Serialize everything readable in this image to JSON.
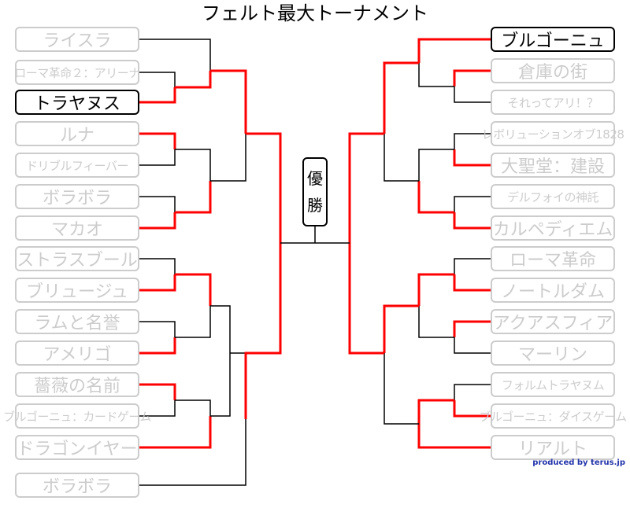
{
  "title": "フェルト最大トーナメント",
  "champion": {
    "line1": "優",
    "line2": "勝"
  },
  "credit": "produced by terus.jp",
  "colors": {
    "winner_line": "#ff0000",
    "line": "#000000",
    "eliminated": "#cccccc",
    "alive": "#000000"
  },
  "left_entries": [
    {
      "label": "ライスラ",
      "status": "eliminated"
    },
    {
      "label": "ローマ革命２：アリーナ",
      "status": "eliminated"
    },
    {
      "label": "トラヤヌス",
      "status": "alive"
    },
    {
      "label": "ルナ",
      "status": "eliminated"
    },
    {
      "label": "ドリブルフィーバー",
      "status": "eliminated"
    },
    {
      "label": "ボラボラ",
      "status": "eliminated"
    },
    {
      "label": "マカオ",
      "status": "eliminated"
    },
    {
      "label": "ストラスブール",
      "status": "eliminated"
    },
    {
      "label": "ブリュージュ",
      "status": "eliminated"
    },
    {
      "label": "ラムと名誉",
      "status": "eliminated"
    },
    {
      "label": "アメリゴ",
      "status": "eliminated"
    },
    {
      "label": "薔薇の名前",
      "status": "eliminated"
    },
    {
      "label": "ブルゴーニュ：カードゲーム",
      "status": "eliminated"
    },
    {
      "label": "ドラゴンイヤー",
      "status": "eliminated"
    },
    {
      "label": "ボラボラ",
      "status": "eliminated"
    }
  ],
  "right_entries": [
    {
      "label": "ブルゴーニュ",
      "status": "alive"
    },
    {
      "label": "倉庫の街",
      "status": "eliminated"
    },
    {
      "label": "それってアリ！？",
      "status": "eliminated"
    },
    {
      "label": "レボリューションオブ1828",
      "status": "eliminated"
    },
    {
      "label": "大聖堂：建設",
      "status": "eliminated"
    },
    {
      "label": "デルフォイの神託",
      "status": "eliminated"
    },
    {
      "label": "カルペディエム",
      "status": "eliminated"
    },
    {
      "label": "ローマ革命",
      "status": "eliminated"
    },
    {
      "label": "ノートルダム",
      "status": "eliminated"
    },
    {
      "label": "アクアスフィア",
      "status": "eliminated"
    },
    {
      "label": "マーリン",
      "status": "eliminated"
    },
    {
      "label": "フォルムトラヤヌム",
      "status": "eliminated"
    },
    {
      "label": "ブルゴーニュ：ダイスゲーム",
      "status": "eliminated"
    },
    {
      "label": "リアルト",
      "status": "eliminated"
    }
  ]
}
